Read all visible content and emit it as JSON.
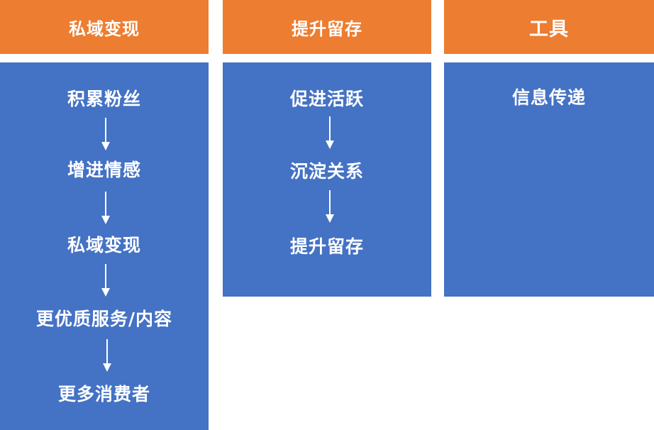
{
  "columns": [
    {
      "header": "私域变现",
      "steps": [
        "积累粉丝",
        "增进情感",
        "私域变现",
        "更优质服务/内容",
        "更多消费者"
      ]
    },
    {
      "header": "提升留存",
      "steps": [
        "促进活跃",
        "沉淀关系",
        "提升留存"
      ]
    },
    {
      "header": "工具",
      "steps": [
        "信息传递"
      ]
    }
  ],
  "colors": {
    "header_bg": "#ED7D31",
    "panel_bg": "#4472C4",
    "text": "#FFFFFF"
  },
  "icons": {
    "flow_arrow": "down-arrow-icon"
  }
}
